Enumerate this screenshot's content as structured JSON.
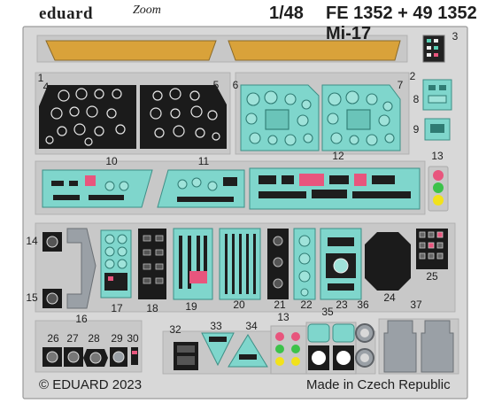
{
  "header": {
    "brand": "eduard",
    "brand_script": "Zoom",
    "scale": "1/48",
    "product_code": "FE 1352 + 49 1352 Mi-17"
  },
  "footer": {
    "copyright": "© EDUARD 2023",
    "origin": "Made in Czech Republic"
  },
  "part_numbers": [
    "1",
    "2",
    "3",
    "4",
    "5",
    "6",
    "7",
    "8",
    "9",
    "10",
    "11",
    "12",
    "13",
    "13",
    "14",
    "15",
    "16",
    "17",
    "18",
    "19",
    "20",
    "21",
    "22",
    "23",
    "24",
    "25",
    "26",
    "27",
    "28",
    "29",
    "30",
    "32",
    "33",
    "34",
    "35",
    "36",
    "37"
  ],
  "colors": {
    "fret_metal": "#d6d6d6",
    "fret_edge": "#9a9a9a",
    "panel_black": "#1b1b1b",
    "panel_turquoise": "#7fd6cc",
    "panel_turquoise_dark": "#45a89e",
    "visor_tan": "#d9a23a",
    "lamp_red": "#e8557d",
    "lamp_green": "#3cc24a",
    "lamp_yellow": "#f2e21b"
  }
}
